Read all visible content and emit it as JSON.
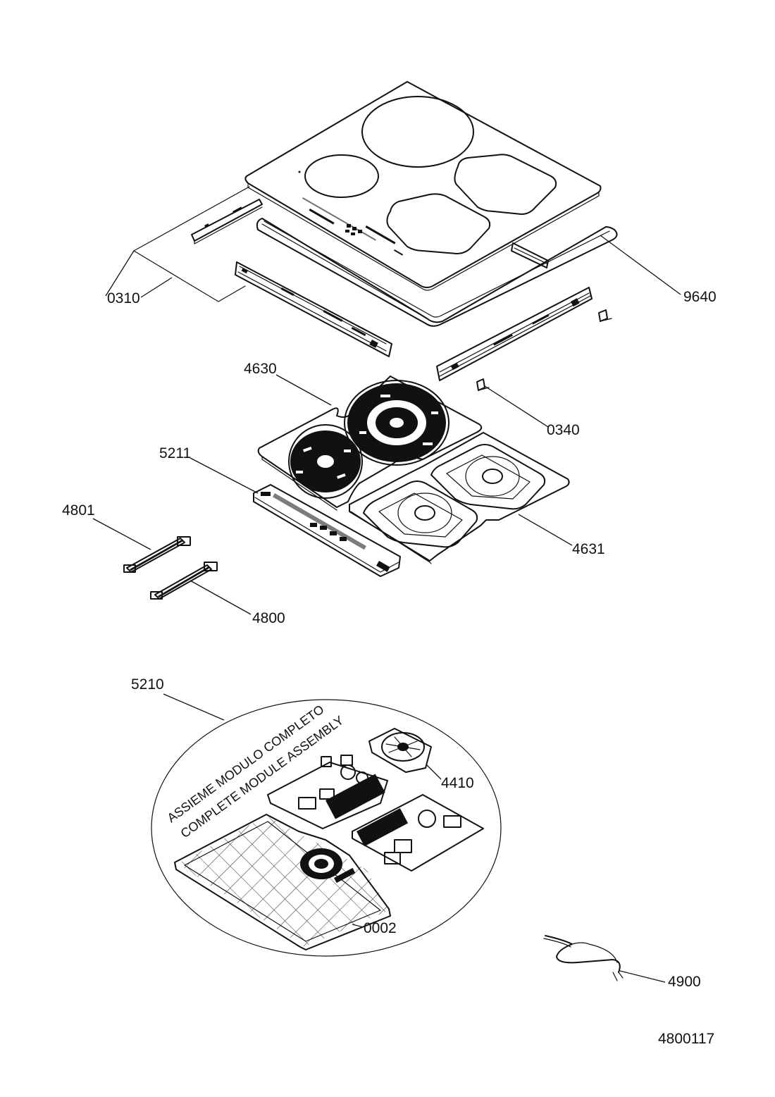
{
  "drawing_number": "4800117",
  "parts": [
    {
      "id": "p9640",
      "code": "9640"
    },
    {
      "id": "p0310",
      "code": "0310"
    },
    {
      "id": "p4630",
      "code": "4630"
    },
    {
      "id": "p0340",
      "code": "0340"
    },
    {
      "id": "p5211",
      "code": "5211"
    },
    {
      "id": "p4801",
      "code": "4801"
    },
    {
      "id": "p4631",
      "code": "4631"
    },
    {
      "id": "p4800",
      "code": "4800"
    },
    {
      "id": "p5210",
      "code": "5210"
    },
    {
      "id": "p4410",
      "code": "4410"
    },
    {
      "id": "p0002",
      "code": "0002"
    },
    {
      "id": "p4900",
      "code": "4900"
    }
  ],
  "assembly_note": {
    "line1": "ASSIEME MODULO COMPLETO",
    "line2": "COMPLETE MODULE ASSEMBLY"
  }
}
